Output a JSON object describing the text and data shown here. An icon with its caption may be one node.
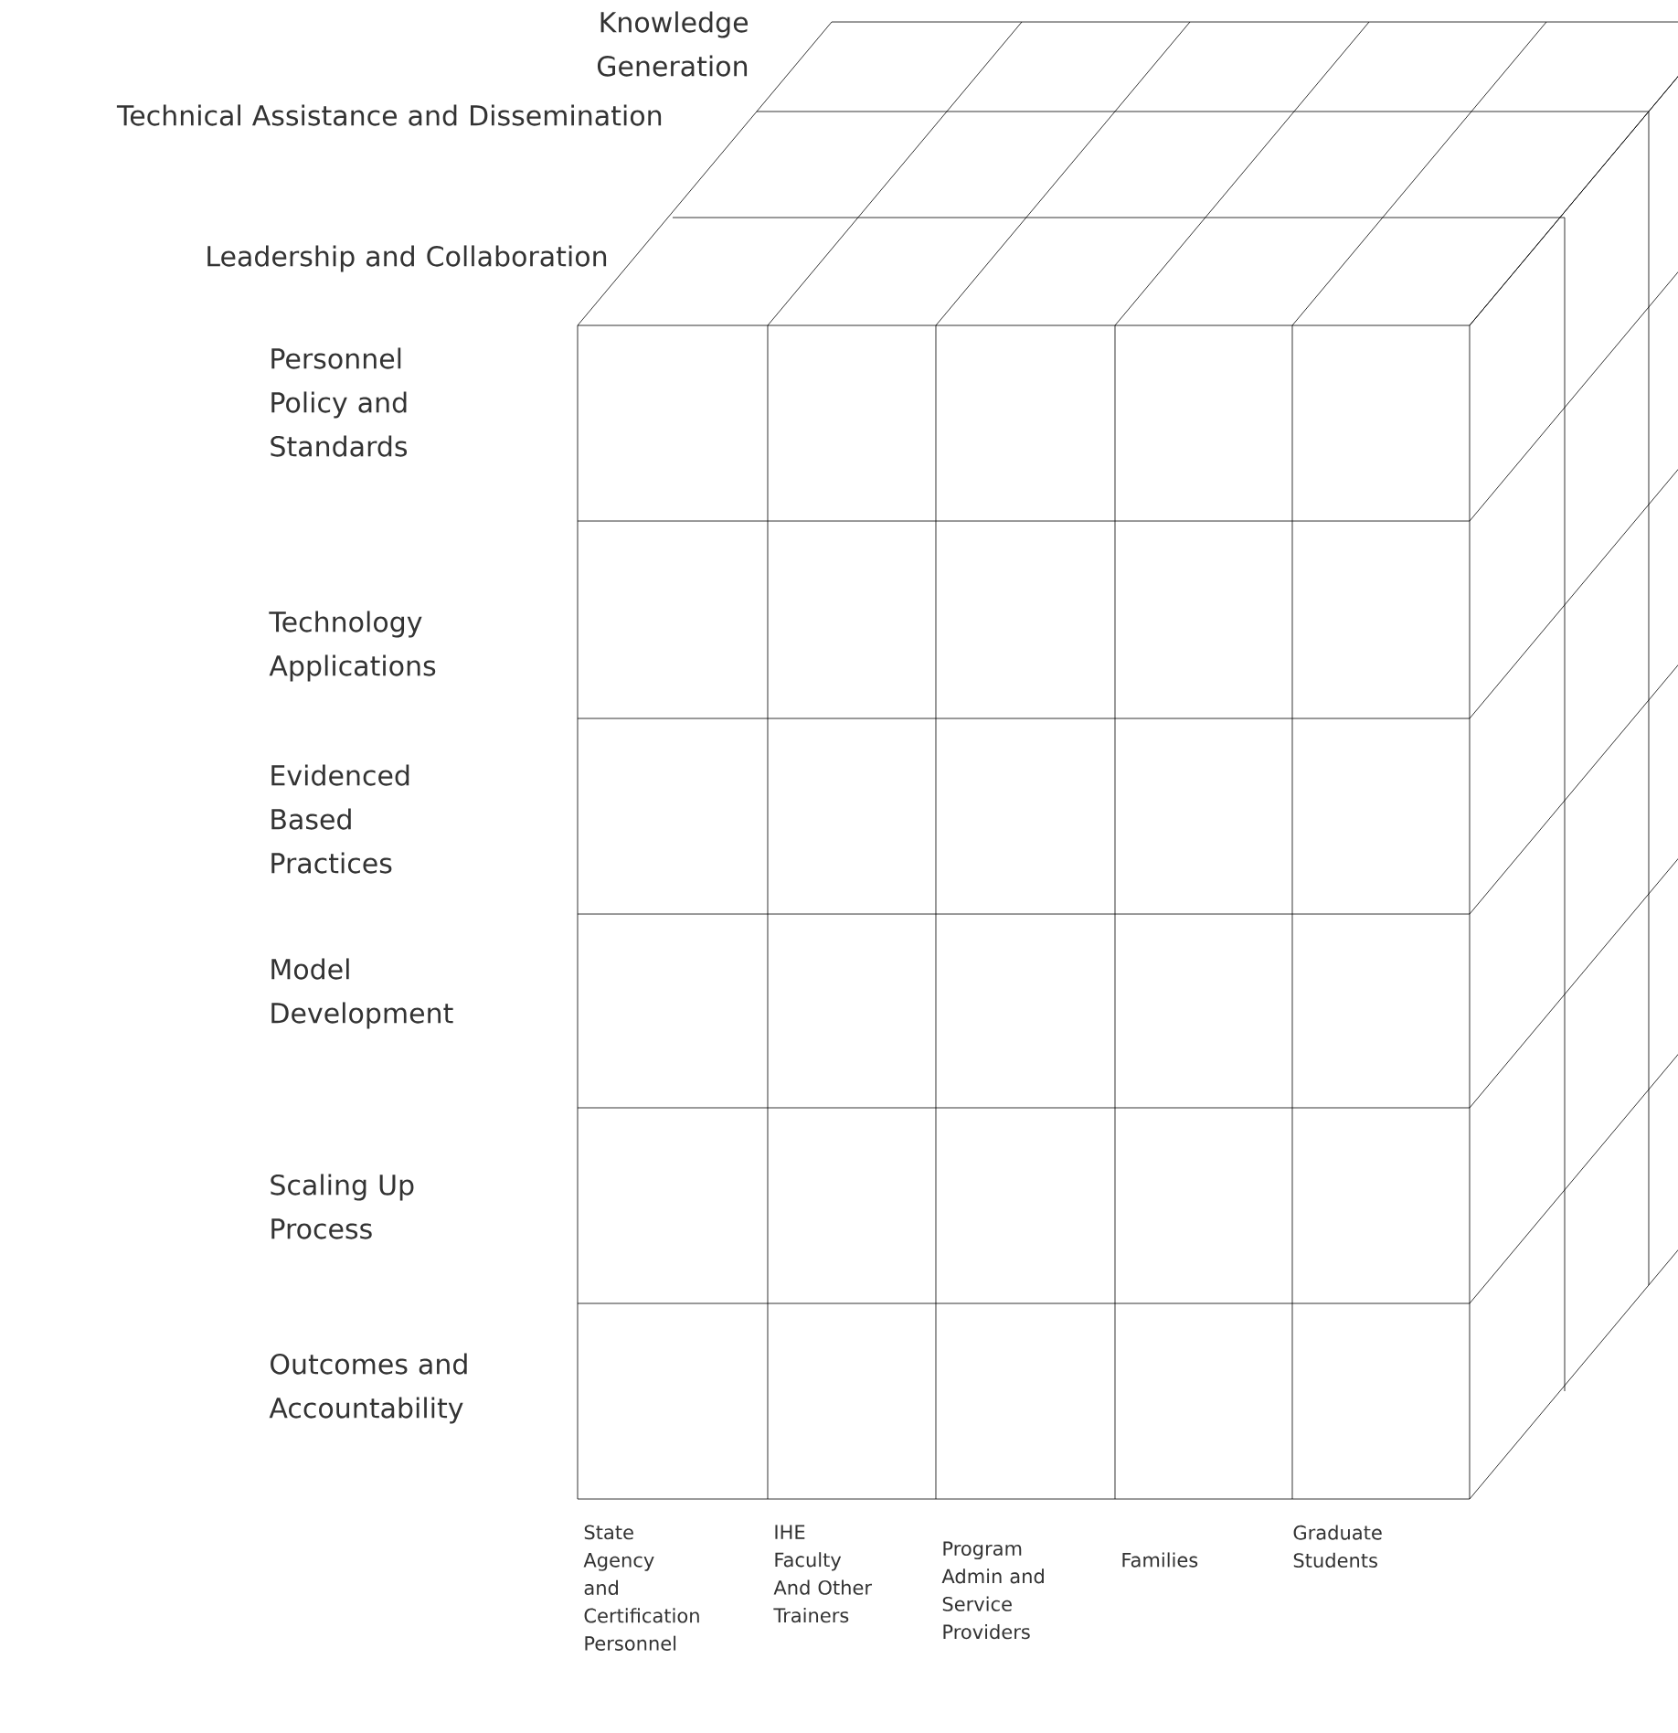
{
  "diagram": {
    "labels": [
      "Knowledge Generation",
      "Technical Assistance and Dissemination",
      "Leadership and Collaboration",
      "Personnel Policy and Standards",
      "Technology Applications",
      "Evidenced Based Practices",
      "Model Development",
      "Scaling Up Process",
      "Outcomes and Accountability",
      "State Agency and Certification Personnel",
      "IHE Faculty And Other Trainers",
      "Program Admin and Service Providers",
      "Families",
      "Graduate Students"
    ]
  }
}
